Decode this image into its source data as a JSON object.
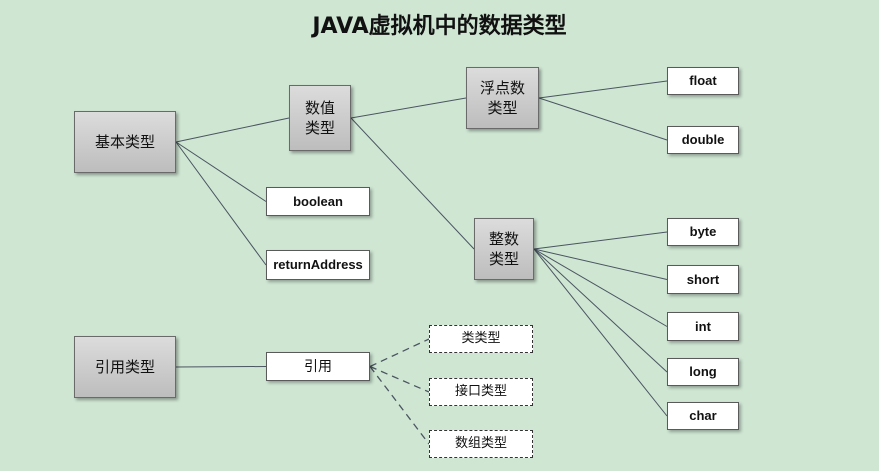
{
  "title": "JAVA虚拟机中的数据类型",
  "nodes": {
    "primitive": "基本类型",
    "numeric": "数值\n类型",
    "floating": "浮点数\n类型",
    "integral": "整数\n类型",
    "float": "float",
    "double": "double",
    "boolean": "boolean",
    "returnAddress": "returnAddress",
    "byte": "byte",
    "short": "short",
    "int": "int",
    "long": "long",
    "char": "char",
    "reference_type": "引用类型",
    "reference": "引用",
    "class_type": "类类型",
    "interface_type": "接口类型",
    "array_type": "数组类型"
  },
  "edges": [
    [
      "primitive",
      "numeric",
      "solid"
    ],
    [
      "primitive",
      "boolean",
      "solid"
    ],
    [
      "primitive",
      "returnAddress",
      "solid"
    ],
    [
      "numeric",
      "floating",
      "solid"
    ],
    [
      "numeric",
      "integral",
      "solid"
    ],
    [
      "floating",
      "float",
      "solid"
    ],
    [
      "floating",
      "double",
      "solid"
    ],
    [
      "integral",
      "byte",
      "solid"
    ],
    [
      "integral",
      "short",
      "solid"
    ],
    [
      "integral",
      "int",
      "solid"
    ],
    [
      "integral",
      "long",
      "solid"
    ],
    [
      "integral",
      "char",
      "solid"
    ],
    [
      "reference_type",
      "reference",
      "solid"
    ],
    [
      "reference",
      "class_type",
      "dashed"
    ],
    [
      "reference",
      "interface_type",
      "dashed"
    ],
    [
      "reference",
      "array_type",
      "dashed"
    ]
  ]
}
